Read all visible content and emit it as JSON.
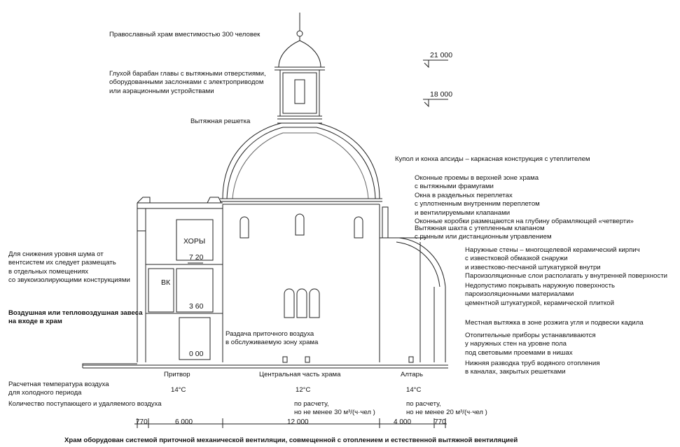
{
  "title": "Православный храм вместимостью 300 человек",
  "footer": "Храм оборудован системой приточной механической вентиляции, совмещенной с отоплением и естественной вытяжной вентиляцией",
  "left_notes": {
    "drum": [
      "Глухой барабан главы с вытяжными отверстиями,",
      "оборудованными заслонками с электроприводом",
      "или аэрационными устройствами"
    ],
    "grille": "Вытяжная решетка",
    "noise": [
      "Для снижения уровня шума от",
      "вентсистем их следует размещать",
      "в отдельных помещениях",
      "со звукоизолирующими конструкциями"
    ],
    "curtain": [
      "Воздушная или тепловоздушная завеса",
      "на входе в храм"
    ],
    "supply": [
      "Раздача приточного воздуха",
      "в обслуживаемую зону храма"
    ]
  },
  "right_notes": {
    "dome": "Купол и конха апсиды – каркасная конструкция с утеплителем",
    "windows": [
      "Оконные проемы в верхней зоне храма",
      "с вытяжными фрамугами",
      "Окна в раздельных переплетах",
      "с уплотненным внутренним переплетом",
      "и вентилируемыми клапанами",
      "Оконные коробки размещаются на глубину обрамляющей «четверти»"
    ],
    "shaft": [
      "Вытяжная шахта с утепленным клапаном",
      "с ручным или дистанционным управлением"
    ],
    "walls": [
      "Наружные стены – многощелевой керамический кирпич",
      "с известковой обмазкой снаружи",
      "и известково-песчаной штукатуркой внутри",
      "Пароизоляционные слои располагать у внутренней поверхности"
    ],
    "forbidden": [
      "Недопустимо покрывать наружную поверхность",
      "пароизоляционными материалами",
      "цементной штукатуркой, керамической плиткой"
    ],
    "local_exhaust": "Местная вытяжка в зоне розжига угля и подвески кадила",
    "heaters": [
      "Отопительные приборы устанавливаются",
      "у наружных стен на уровне пола",
      "под световыми проемами в нишах"
    ],
    "pipes": [
      "Нижняя разводка труб водяного отопления",
      "в каналах, закрытых решетками"
    ]
  },
  "room_labels": {
    "choir": "ХОРЫ",
    "vk": "ВК"
  },
  "levels": {
    "top": "21 000",
    "drum_base": "18 000",
    "choir": "7 20",
    "vk": "3 60",
    "floor": "0 00"
  },
  "zones": {
    "narthex": "Притвор",
    "nave": "Центральная часть храма",
    "altar": "Алтарь"
  },
  "table": {
    "temp_label": [
      "Расчетная температура воздуха",
      "для холодного периода"
    ],
    "air_label": "Количество поступающего и удаляемого воздуха",
    "narthex_temp": "14°С",
    "nave_temp": "12°С",
    "altar_temp": "14°С",
    "nave_air": [
      "по расчету,",
      "но не менее 30 м³/(ч·чел )"
    ],
    "altar_air": [
      "по расчету,",
      "но не менее 20 м³/(ч·чел )"
    ]
  },
  "dimensions": [
    "770",
    "6 000",
    "12 000",
    "4 000",
    "770"
  ]
}
